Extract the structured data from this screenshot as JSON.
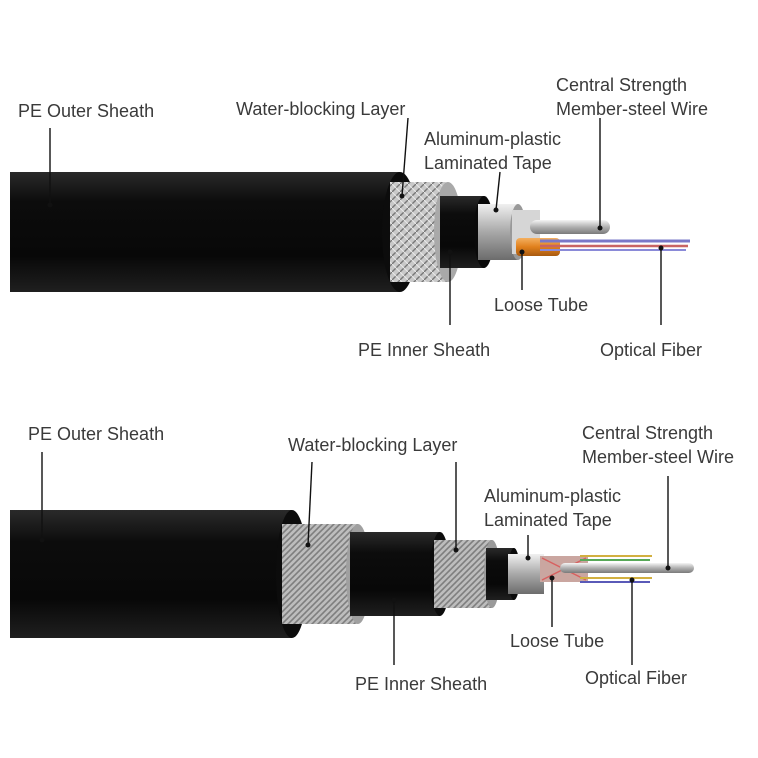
{
  "top_diagram": {
    "labels": {
      "pe_outer_sheath": "PE Outer Sheath",
      "water_blocking_layer": "Water-blocking Layer",
      "central_strength_member_line1": "Central Strength",
      "central_strength_member_line2": "Member-steel Wire",
      "aluminum_tape_line1": "Aluminum-plastic",
      "aluminum_tape_line2": "Laminated Tape",
      "loose_tube": "Loose Tube",
      "pe_inner_sheath": "PE Inner Sheath",
      "optical_fiber": "Optical Fiber"
    }
  },
  "bottom_diagram": {
    "labels": {
      "pe_outer_sheath": "PE Outer Sheath",
      "water_blocking_layer": "Water-blocking Layer",
      "central_strength_member_line1": "Central Strength",
      "central_strength_member_line2": "Member-steel Wire",
      "aluminum_tape_line1": "Aluminum-plastic",
      "aluminum_tape_line2": "Laminated Tape",
      "loose_tube": "Loose Tube",
      "pe_inner_sheath": "PE Inner Sheath",
      "optical_fiber": "Optical Fiber"
    }
  },
  "colors": {
    "sheath": "#141414",
    "steel": "#b8b8b8",
    "loose_tube": "#e0801c",
    "fiber_blue": "#7a78c8",
    "fiber_red": "#c86464"
  }
}
